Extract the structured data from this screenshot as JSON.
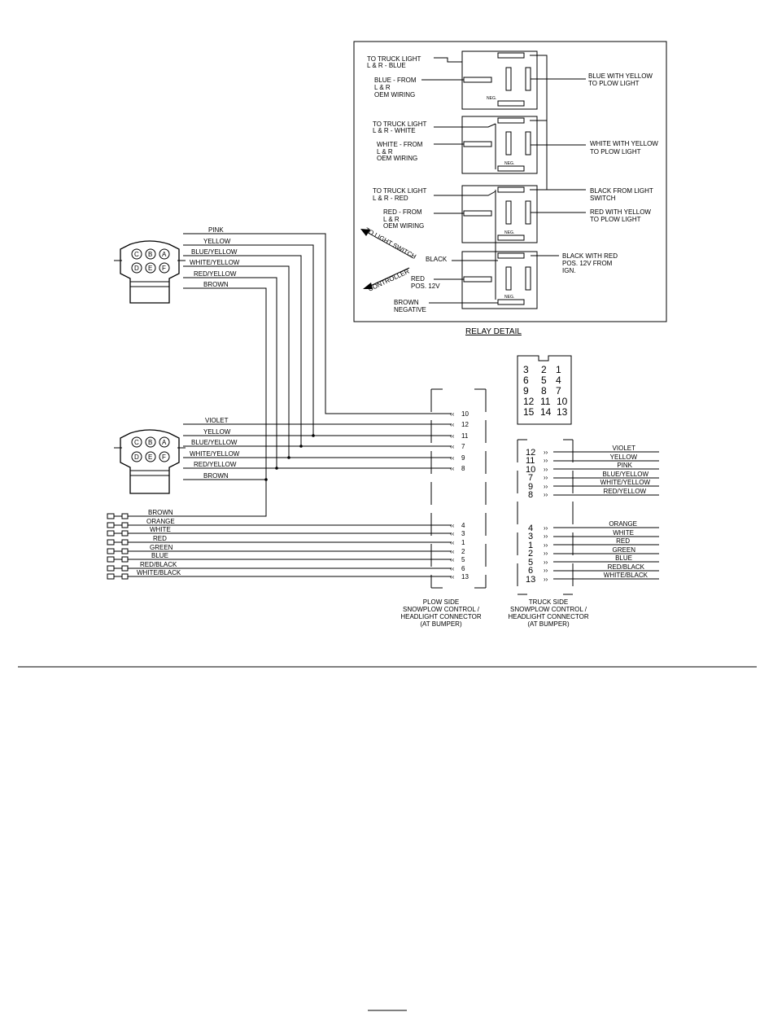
{
  "relay_detail": {
    "title": "RELAY DETAIL",
    "relays": [
      {
        "left_top": [
          "TO TRUCK LIGHT",
          "L & R - BLUE"
        ],
        "left_from": [
          "BLUE - FROM",
          "L & R",
          "OEM WIRING"
        ],
        "right": [
          "BLUE WITH YELLOW",
          "TO PLOW LIGHT"
        ]
      },
      {
        "left_top": [
          "TO TRUCK LIGHT",
          "L & R - WHITE"
        ],
        "left_from": [
          "WHITE - FROM",
          "L & R",
          "OEM WIRING"
        ],
        "right": [
          "WHITE WITH YELLOW",
          "TO PLOW LIGHT"
        ]
      },
      {
        "left_top": [
          "TO TRUCK LIGHT",
          "L & R - RED"
        ],
        "left_from": [
          "RED - FROM",
          "L & R",
          "OEM WIRING"
        ],
        "right": [
          "RED WITH YELLOW",
          "TO PLOW LIGHT"
        ]
      }
    ],
    "black_from_switch": [
      "BLACK FROM LIGHT",
      "SWITCH"
    ],
    "to_light_switch": "TO LIGHT SWITCH",
    "controller": "CONTROLLER",
    "black": "BLACK",
    "red_pos": [
      "RED",
      "POS. 12V"
    ],
    "brown_neg": [
      "BROWN",
      "NEGATIVE"
    ],
    "black_with_red": [
      "BLACK WITH RED",
      "POS. 12V FROM",
      "IGN."
    ],
    "neg": "NEG."
  },
  "headlight_connector": {
    "pins": [
      "C",
      "B",
      "A",
      "D",
      "E",
      "F"
    ]
  },
  "upper_harness": [
    "PINK",
    "YELLOW",
    "BLUE/YELLOW",
    "WHITE/YELLOW",
    "RED/YELLOW",
    "BROWN"
  ],
  "lower_harness": [
    "VIOLET",
    "YELLOW",
    "BLUE/YELLOW",
    "WHITE/YELLOW",
    "RED/YELLOW",
    "BROWN"
  ],
  "plow_wires": [
    "BROWN",
    "ORANGE",
    "WHITE",
    "RED",
    "GREEN",
    "BLUE",
    "RED/BLACK",
    "WHITE/BLACK"
  ],
  "plow_pins_upper": [
    "10",
    "12",
    "11",
    "7",
    "9",
    "8"
  ],
  "plow_pins_lower": [
    "4",
    "3",
    "1",
    "2",
    "5",
    "6",
    "13"
  ],
  "pin_face": [
    "3",
    "2",
    "1",
    "6",
    "5",
    "4",
    "9",
    "8",
    "7",
    "12",
    "11",
    "10",
    "15",
    "14",
    "13"
  ],
  "truck_upper": [
    {
      "pin": "12",
      "wire": "VIOLET"
    },
    {
      "pin": "11",
      "wire": "YELLOW"
    },
    {
      "pin": "10",
      "wire": "PINK"
    },
    {
      "pin": "7",
      "wire": "BLUE/YELLOW"
    },
    {
      "pin": "9",
      "wire": "WHITE/YELLOW"
    },
    {
      "pin": "8",
      "wire": "RED/YELLOW"
    }
  ],
  "truck_lower": [
    {
      "pin": "4",
      "wire": "ORANGE"
    },
    {
      "pin": "3",
      "wire": "WHITE"
    },
    {
      "pin": "1",
      "wire": "RED"
    },
    {
      "pin": "2",
      "wire": "GREEN"
    },
    {
      "pin": "5",
      "wire": "BLUE"
    },
    {
      "pin": "6",
      "wire": "RED/BLACK"
    },
    {
      "pin": "13",
      "wire": "WHITE/BLACK"
    }
  ],
  "plow_side_caption": [
    "PLOW SIDE",
    "SNOWPLOW CONTROL /",
    "HEADLIGHT CONNECTOR",
    "(AT BUMPER)"
  ],
  "truck_side_caption": [
    "TRUCK SIDE",
    "SNOWPLOW CONTROL /",
    "HEADLIGHT CONNECTOR",
    "(AT BUMPER)"
  ]
}
